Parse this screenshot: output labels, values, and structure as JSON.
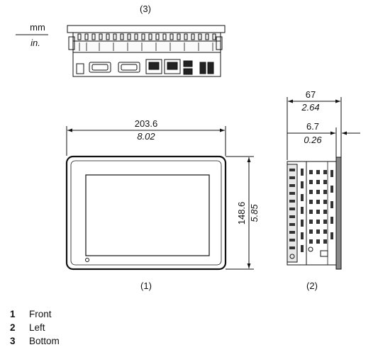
{
  "units": {
    "primary": "mm",
    "secondary": "in."
  },
  "views": {
    "bottom": {
      "label": "(3)"
    },
    "front": {
      "label": "(1)"
    },
    "left": {
      "label": "(2)"
    }
  },
  "dimensions": {
    "front_width": {
      "mm": "203.6",
      "in": "8.02"
    },
    "front_height": {
      "mm": "148.6",
      "in": "5.85"
    },
    "side_depth": {
      "mm": "67",
      "in": "2.64"
    },
    "bezel_depth": {
      "mm": "6.7",
      "in": "0.26"
    }
  },
  "legend": [
    {
      "num": "1",
      "text": "Front"
    },
    {
      "num": "2",
      "text": "Left"
    },
    {
      "num": "3",
      "text": "Bottom"
    }
  ]
}
